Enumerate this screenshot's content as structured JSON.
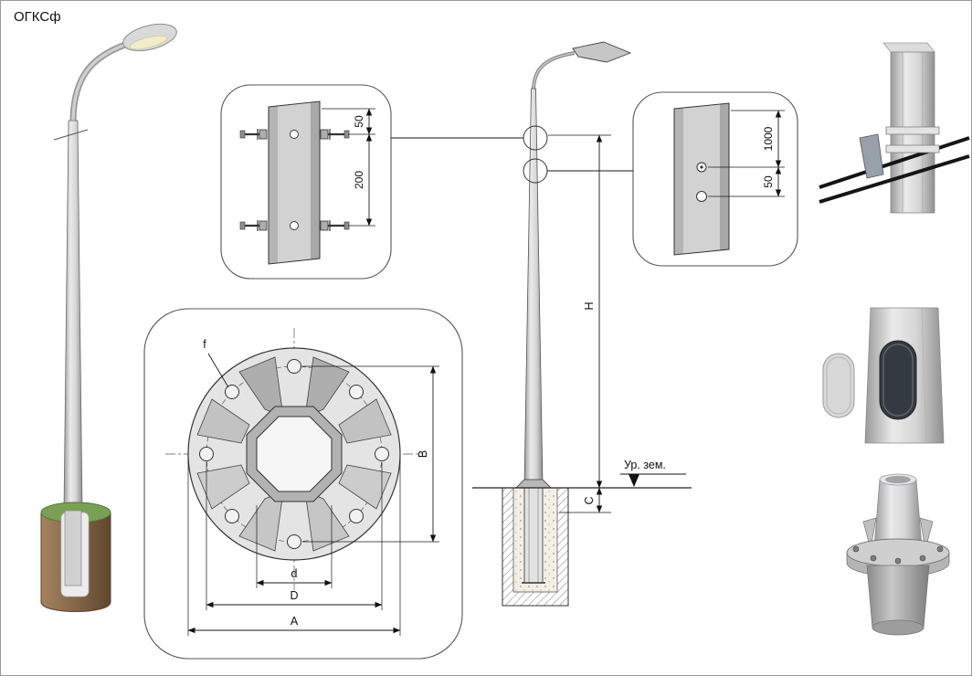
{
  "title": "ОГКСф",
  "clamp_detail": {
    "dim_top": "50",
    "dim_mid": "200"
  },
  "holes_detail": {
    "dim_top": "1000",
    "dim_bottom": "50"
  },
  "elevation": {
    "height": "H",
    "embed": "C",
    "ground_level": "Ур. зем."
  },
  "flange_detail": {
    "hole": "f",
    "vertical_bc": "B",
    "inner": "d",
    "bolt_circle": "D",
    "outer": "A"
  },
  "colors": {
    "steel": "#c9c9c9",
    "steel_dark": "#8f8f8f",
    "grass": "#79a054",
    "soil": "#8a6b4d",
    "cable": "#151515"
  }
}
